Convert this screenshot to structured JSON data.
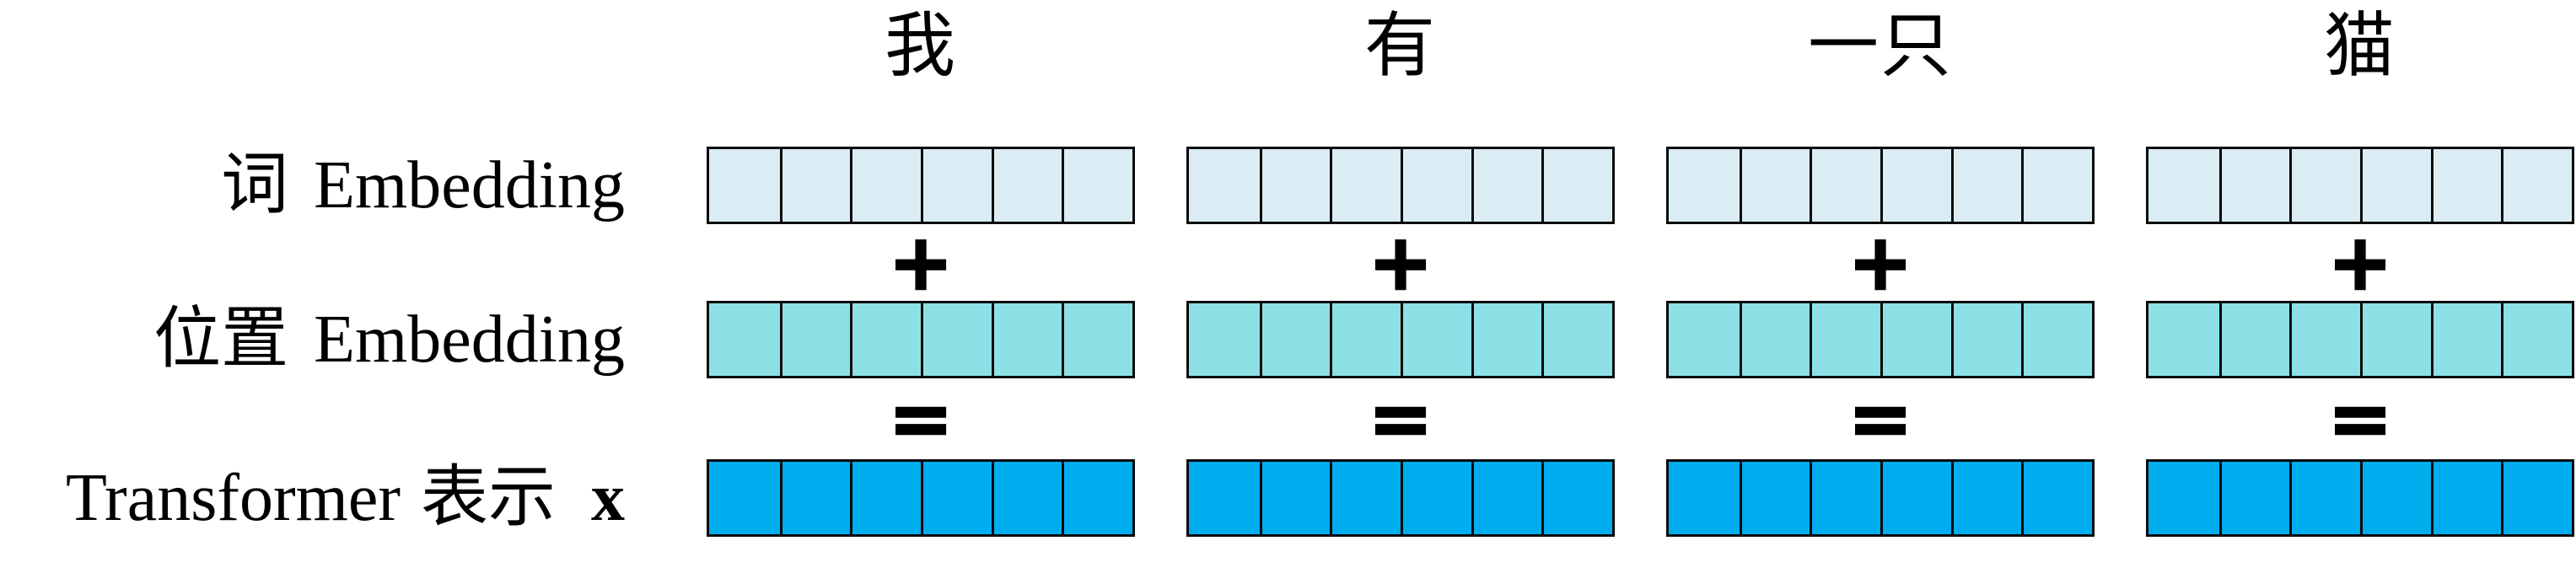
{
  "figure": {
    "tokens": [
      "我",
      "有",
      "一只",
      "猫"
    ],
    "operators": {
      "plus": "+",
      "equals": "="
    },
    "rows": {
      "word": {
        "zh": "词",
        "en": "Embedding"
      },
      "position": {
        "zh": "位置",
        "en": "Embedding"
      },
      "output": {
        "en": "Transformer",
        "zh": "表示",
        "var": "x"
      }
    },
    "cells_per_bar": 6,
    "colors": {
      "word_fill": "#DAEDF4",
      "position_fill": "#8DE1E6",
      "output_fill": "#00ADEE",
      "border": "#0A0A0A",
      "text": "#000000",
      "background": "#FFFFFF"
    }
  }
}
